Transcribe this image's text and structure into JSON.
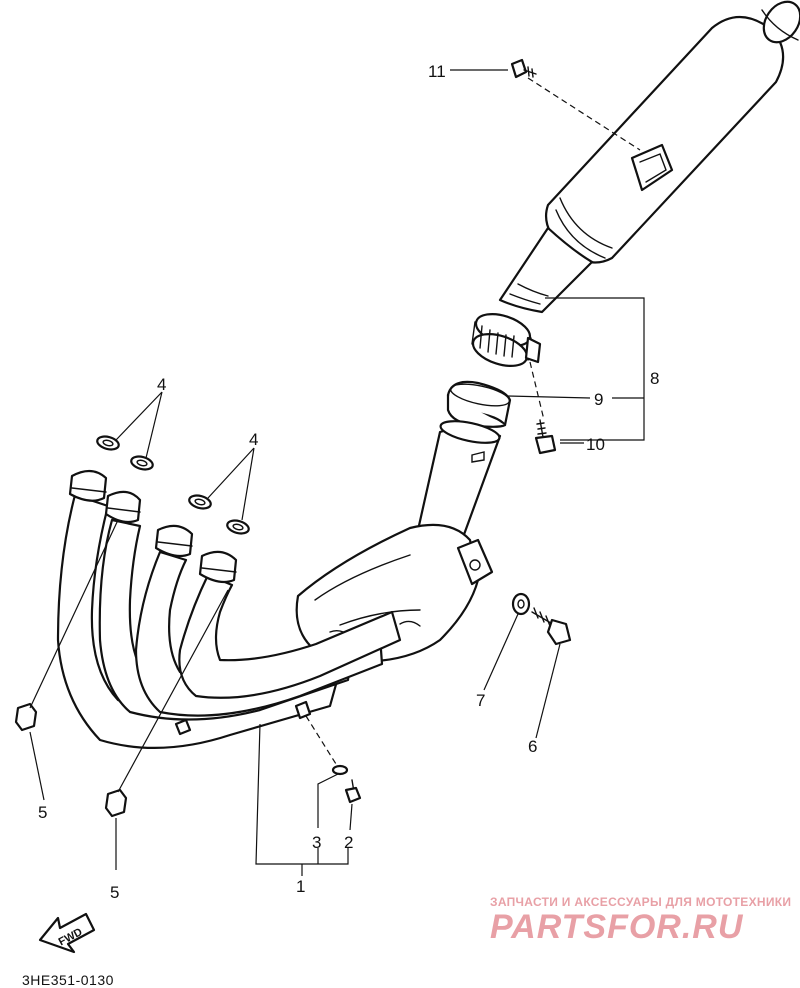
{
  "diagram": {
    "callouts": {
      "c1": "1",
      "c2": "2",
      "c3": "3",
      "c4a": "4",
      "c4b": "4",
      "c5a": "5",
      "c5b": "5",
      "c6": "6",
      "c7": "7",
      "c8": "8",
      "c9": "9",
      "c10": "10",
      "c11": "11"
    },
    "fwd_label": "FWD",
    "drawing_code": "3HE351-0130"
  },
  "watermark": {
    "tagline": "ЗАПЧАСТИ И АКСЕССУАРЫ ДЛЯ МОТОТЕХНИКИ",
    "logo": "PARTSFOR.RU"
  },
  "colors": {
    "line": "#111111",
    "background": "#ffffff",
    "watermark": "#e8a0a6"
  }
}
